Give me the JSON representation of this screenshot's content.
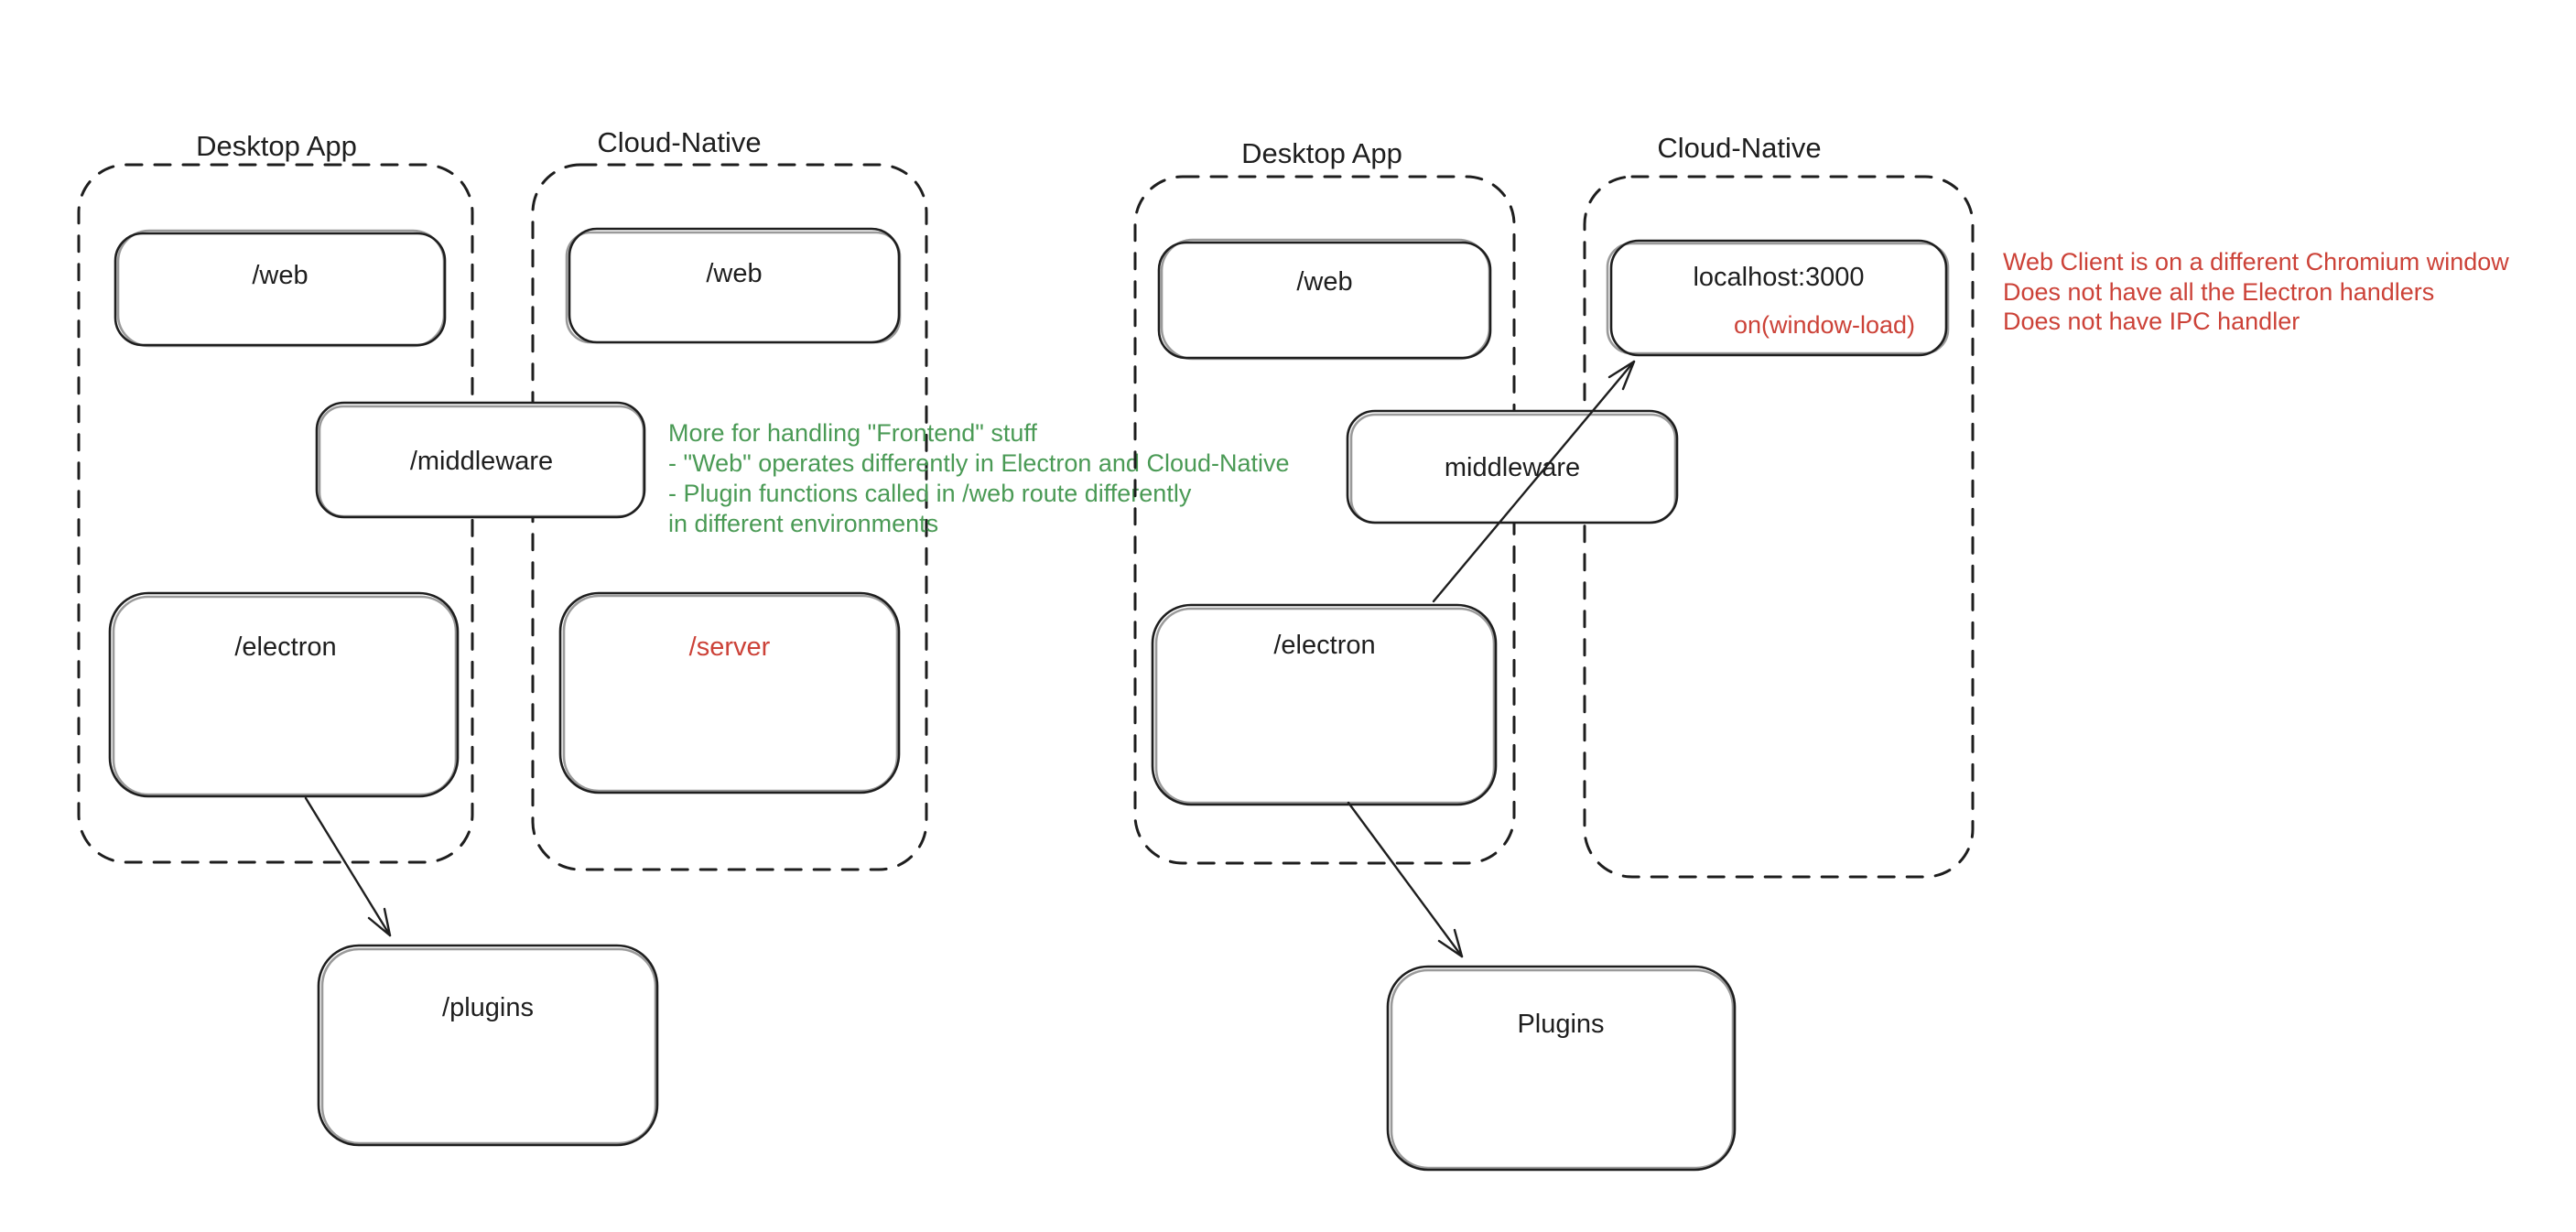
{
  "colors": {
    "background": "#ffffff",
    "ink": "#1e1e1e",
    "green": "#4a9a55",
    "red": "#cc4238"
  },
  "left_diagram": {
    "desktop_app": {
      "label": "Desktop App",
      "web": "/web",
      "middleware": "/middleware",
      "electron": "/electron",
      "plugins": "/plugins"
    },
    "cloud_native": {
      "label": "Cloud-Native",
      "web": "/web",
      "server": "/server"
    }
  },
  "right_diagram": {
    "desktop_app": {
      "label": "Desktop App",
      "web": "/web",
      "middleware": "middleware",
      "electron": "/electron",
      "plugins": "Plugins"
    },
    "cloud_native": {
      "label": "Cloud-Native",
      "localhost": "localhost:3000",
      "on_window_load": "on(window-load)"
    }
  },
  "annotations": {
    "green_note": {
      "lines": [
        "More for handling \"Frontend\" stuff",
        "- \"Web\" operates differently in Electron and Cloud-Native",
        "- Plugin functions called in /web route differently",
        "in different environments"
      ]
    },
    "red_note": {
      "lines": [
        "Web Client is on a different Chromium window",
        "Does not have all the Electron handlers",
        "Does not have IPC handler"
      ]
    }
  }
}
